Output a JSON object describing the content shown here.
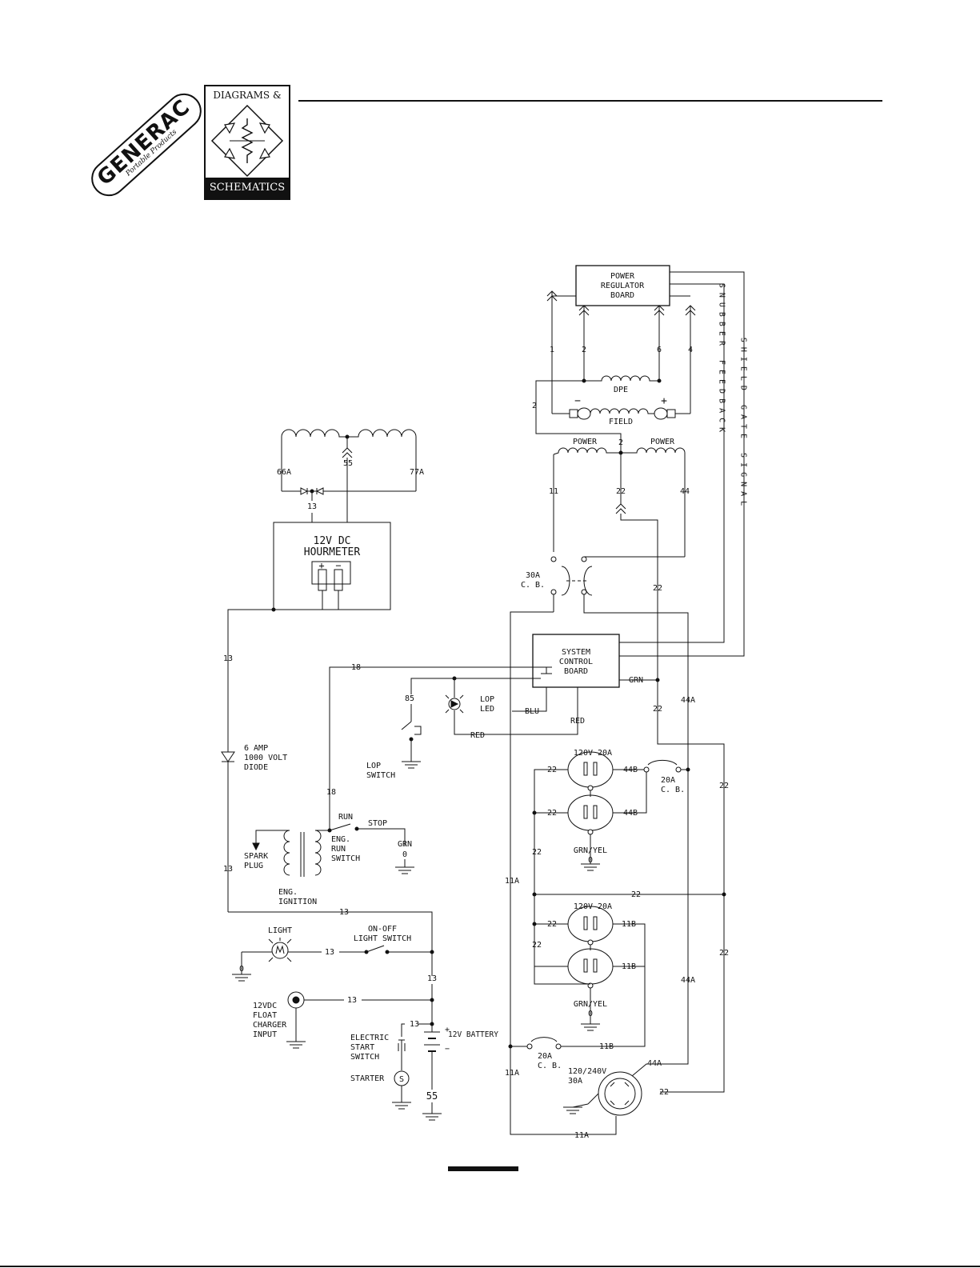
{
  "brand": {
    "name": "GENERAC",
    "subtitle": "Portable Products"
  },
  "section": {
    "title_top": "DIAGRAMS &",
    "title_bottom": "SCHEMATICS"
  },
  "labels": {
    "prb": [
      "POWER",
      "REGULATOR",
      "BOARD"
    ],
    "scb": [
      "SYSTEM",
      "CONTROL",
      "BOARD"
    ],
    "hourmeter": [
      "12V DC",
      "HOURMETER"
    ],
    "snubber": "SNUBBER FEEDBACK",
    "shield": "SHIELD GATE SIGNAL",
    "dpe": "DPE",
    "field": "FIELD",
    "power": "POWER",
    "cb30": [
      "30A",
      "C. B."
    ],
    "cb20": [
      "20A",
      "C. B."
    ],
    "recept": "120V 20A",
    "grnyel": "GRN/YEL",
    "lock": [
      "120/240V",
      "30A"
    ],
    "lop_led": [
      "LOP",
      "LED"
    ],
    "lop_switch": [
      "LOP",
      "SWITCH"
    ],
    "diode": [
      "6 AMP",
      "1000 VOLT",
      "DIODE"
    ],
    "spark": [
      "SPARK",
      "PLUG"
    ],
    "ign": [
      "ENG.",
      "IGNITION"
    ],
    "run_sw": [
      "ENG.",
      "RUN",
      "SWITCH"
    ],
    "run": "RUN",
    "stop": "STOP",
    "light": "LIGHT",
    "light_sw": [
      "ON-OFF",
      "LIGHT SWITCH"
    ],
    "float": [
      "12VDC",
      "FLOAT",
      "CHARGER",
      "INPUT"
    ],
    "start_sw": [
      "ELECTRIC",
      "START",
      "SWITCH"
    ],
    "starter": "STARTER",
    "battery": "12V BATTERY",
    "plus": "+",
    "minus": "−",
    "s": "S",
    "grn": "GRN",
    "blu": "BLU",
    "red": "RED",
    "zero": "0",
    "w1": "1",
    "w2": "2",
    "w4": "4",
    "w6": "6",
    "w11": "11",
    "w22": "22",
    "w44": "44",
    "w13": "13",
    "w18": "18",
    "w55": "55",
    "w85": "85",
    "w66a": "66A",
    "w77a": "77A",
    "w11a": "11A",
    "w11b": "11B",
    "w44a": "44A",
    "w44b": "44B"
  }
}
